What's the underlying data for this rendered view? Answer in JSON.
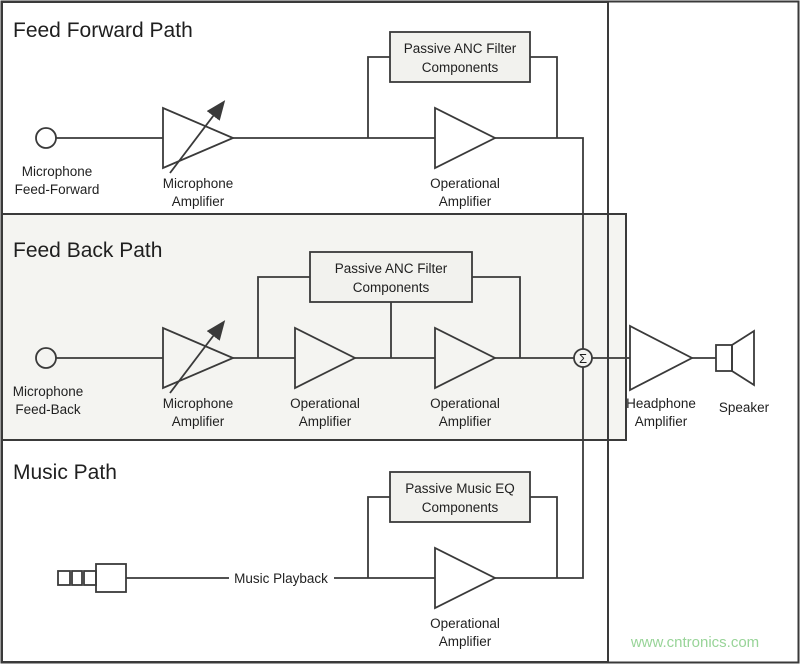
{
  "sections": {
    "feed_forward": {
      "title": "Feed Forward Path",
      "mic": {
        "line1": "Microphone",
        "line2": "Feed-Forward"
      },
      "mic_amp": {
        "line1": "Microphone",
        "line2": "Amplifier"
      },
      "filter_box": {
        "line1": "Passive ANC Filter",
        "line2": "Components"
      },
      "op_amp": {
        "line1": "Operational",
        "line2": "Amplifier"
      }
    },
    "feed_back": {
      "title": "Feed Back Path",
      "mic": {
        "line1": "Microphone",
        "line2": "Feed-Back"
      },
      "mic_amp": {
        "line1": "Microphone",
        "line2": "Amplifier"
      },
      "filter_box": {
        "line1": "Passive ANC Filter",
        "line2": "Components"
      },
      "op_amp1": {
        "line1": "Operational",
        "line2": "Amplifier"
      },
      "op_amp2": {
        "line1": "Operational",
        "line2": "Amplifier"
      }
    },
    "music": {
      "title": "Music Path",
      "playback_label": "Music Playback",
      "filter_box": {
        "line1": "Passive Music EQ",
        "line2": "Components"
      },
      "op_amp": {
        "line1": "Operational",
        "line2": "Amplifier"
      }
    },
    "output": {
      "sum_symbol": "Σ",
      "headphone_amp": {
        "line1": "Headphone",
        "line2": "Amplifier"
      },
      "speaker_label": "Speaker"
    }
  },
  "watermark": {
    "text": "www.cntronics.com",
    "color": "#98d498"
  },
  "colors": {
    "line": "#3a3a3a",
    "section_fill": "#f4f4f1",
    "box_fill": "#f2f2ee"
  }
}
